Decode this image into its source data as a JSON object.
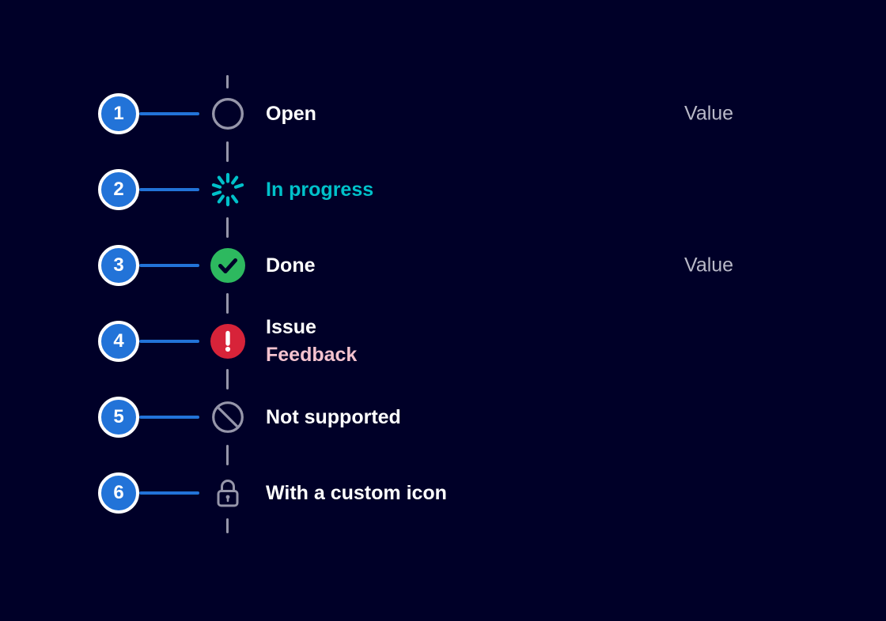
{
  "component": {
    "name": "steps-timeline",
    "description": "vertical steps component demo with annotation markers"
  },
  "theme": {
    "background": "#000028",
    "marker_fill": "#2273d8",
    "marker_ring": "#ffffff",
    "connector_blue": "#2273d8",
    "neutral_gray": "#9696aa",
    "progress_teal": "#00c1ca",
    "success_green": "#2db95f",
    "alarm_red": "#d72339",
    "feedback_pink": "#f4c2ce",
    "text_white": "#ffffff",
    "value_gray": "#b9b9c8",
    "check_dark": "#000028"
  },
  "steps": [
    {
      "marker": "1",
      "label": "Open",
      "value": "Value",
      "status": "open",
      "icon": "open-circle-icon"
    },
    {
      "marker": "2",
      "label": "In progress",
      "value": "",
      "status": "in-progress",
      "icon": "spinner-icon"
    },
    {
      "marker": "3",
      "label": "Done",
      "value": "Value",
      "status": "done",
      "icon": "success-check-icon"
    },
    {
      "marker": "4",
      "label": "Issue",
      "sublabel": "Feedback",
      "status": "issue",
      "icon": "error-exclamation-icon"
    },
    {
      "marker": "5",
      "label": "Not supported",
      "status": "not-supported",
      "icon": "blocked-icon"
    },
    {
      "marker": "6",
      "label": "With a custom icon",
      "status": "custom",
      "icon": "lock-icon"
    }
  ]
}
